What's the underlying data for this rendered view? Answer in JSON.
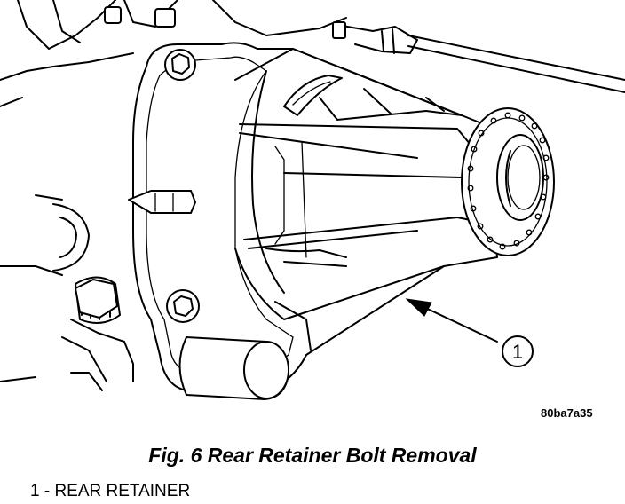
{
  "figure": {
    "reference_code": "80ba7a35",
    "caption": "Fig. 6 Rear Retainer Bolt Removal",
    "callouts": [
      {
        "number": "1"
      }
    ],
    "legend": [
      {
        "text": "1 - REAR RETAINER"
      }
    ]
  }
}
